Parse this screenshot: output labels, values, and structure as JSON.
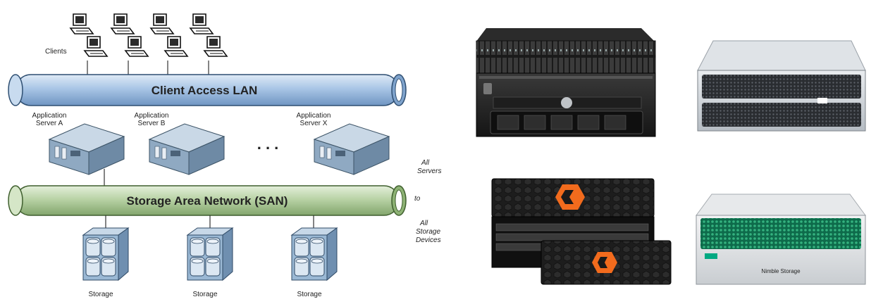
{
  "diagram": {
    "clients_label": "Clients",
    "lan_label": "Client Access LAN",
    "san_label": "Storage Area Network (SAN)",
    "servers": [
      {
        "line1": "Application",
        "line2": "Server A"
      },
      {
        "line1": "Application",
        "line2": "Server B"
      },
      {
        "line1": "Application",
        "line2": "Server X"
      }
    ],
    "ellipsis": ". . .",
    "side_note": {
      "all_servers_1": "All",
      "all_servers_2": "Servers",
      "to": "to",
      "all_storage_1": "All",
      "all_storage_2": "Storage",
      "all_storage_3": "Devices"
    },
    "storage_labels": [
      "Storage",
      "Storage",
      "Storage"
    ]
  },
  "photos": {
    "nimble_label": "Nimble Storage"
  },
  "colors": {
    "lan_pipe": "#a9c6e6",
    "san_pipe": "#b9d3a6",
    "server_body": "#8fa9c2",
    "storage_body": "#9ab8d4",
    "pure_orange": "#f26b1d",
    "hpe_green": "#01a982"
  }
}
